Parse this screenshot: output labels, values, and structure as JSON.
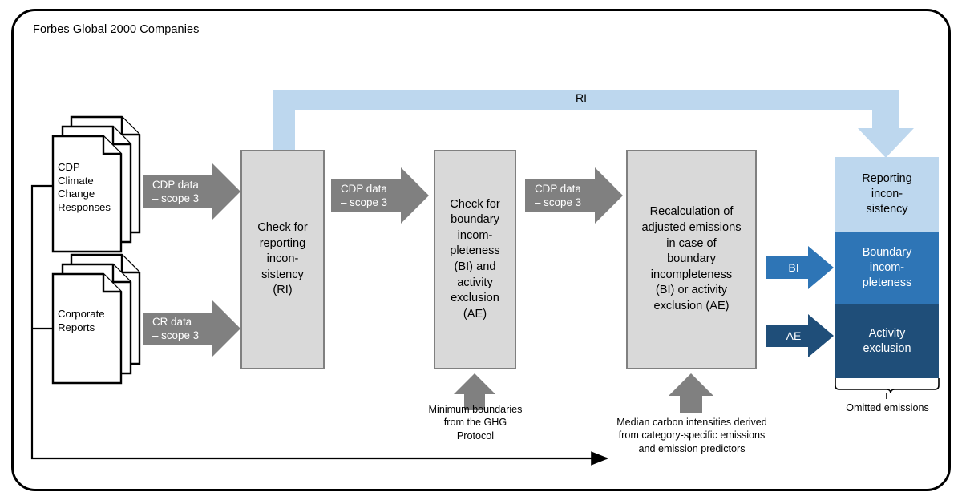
{
  "frame": {
    "title": "Forbes Global 2000 Companies",
    "border_color": "#000000"
  },
  "colors": {
    "process_fill": "#d9d9d9",
    "process_border": "#808080",
    "gray_arrow": "#808080",
    "ri_connector": "#bdd7ee",
    "out_light": "#bdd7ee",
    "out_mid": "#2e75b6",
    "out_dark": "#1f4e79",
    "thin_line": "#000000"
  },
  "sources": [
    {
      "id": "cdp-climate-change-responses",
      "label": "CDP\nClimate\nChange\nResponses",
      "icon": "document-stack-icon"
    },
    {
      "id": "corporate-reports",
      "label": "Corporate\nReports",
      "icon": "document-stack-icon"
    }
  ],
  "data_arrows": [
    {
      "id": "cdp-data-to-check-ri",
      "label": "CDP data\n– scope 3"
    },
    {
      "id": "cr-data-to-check-ri",
      "label": "CR data\n– scope 3"
    },
    {
      "id": "cdp-data-to-check-bi",
      "label": "CDP data\n– scope 3"
    },
    {
      "id": "cdp-data-to-recalc",
      "label": "CDP data\n– scope 3"
    }
  ],
  "processes": [
    {
      "id": "check-reporting-inconsistency",
      "label": "Check for\nreporting\nincon-\nsistency\n(RI)"
    },
    {
      "id": "check-boundary-incompleteness",
      "label": "Check for\nboundary\nincom-\npleteness\n(BI) and\nactivity\nexclusion\n(AE)"
    },
    {
      "id": "recalculation-adjusted-emissions",
      "label": "Recalculation of\nadjusted emissions\nin case of\nboundary\nincompleteness\n(BI) or activity\nexclusion  (AE)"
    }
  ],
  "inputs": [
    {
      "id": "minimum-boundaries-ghg-protocol",
      "label": "Minimum boundaries\nfrom the GHG\nProtocol"
    },
    {
      "id": "median-carbon-intensities",
      "label": "Median carbon intensities derived\nfrom category-specific emissions\nand emission predictors"
    }
  ],
  "feedback": {
    "ri_label": "RI"
  },
  "result_arrows": [
    {
      "id": "bi-arrow",
      "label": "BI"
    },
    {
      "id": "ae-arrow",
      "label": "AE"
    }
  ],
  "outputs": {
    "segments": [
      {
        "id": "reporting-inconsistency",
        "label": "Reporting\nincon-\nsistency"
      },
      {
        "id": "boundary-incompleteness",
        "label": "Boundary\nincom-\npleteness"
      },
      {
        "id": "activity-exclusion",
        "label": "Activity\nexclusion"
      }
    ],
    "bracket_label": "Omitted emissions"
  }
}
